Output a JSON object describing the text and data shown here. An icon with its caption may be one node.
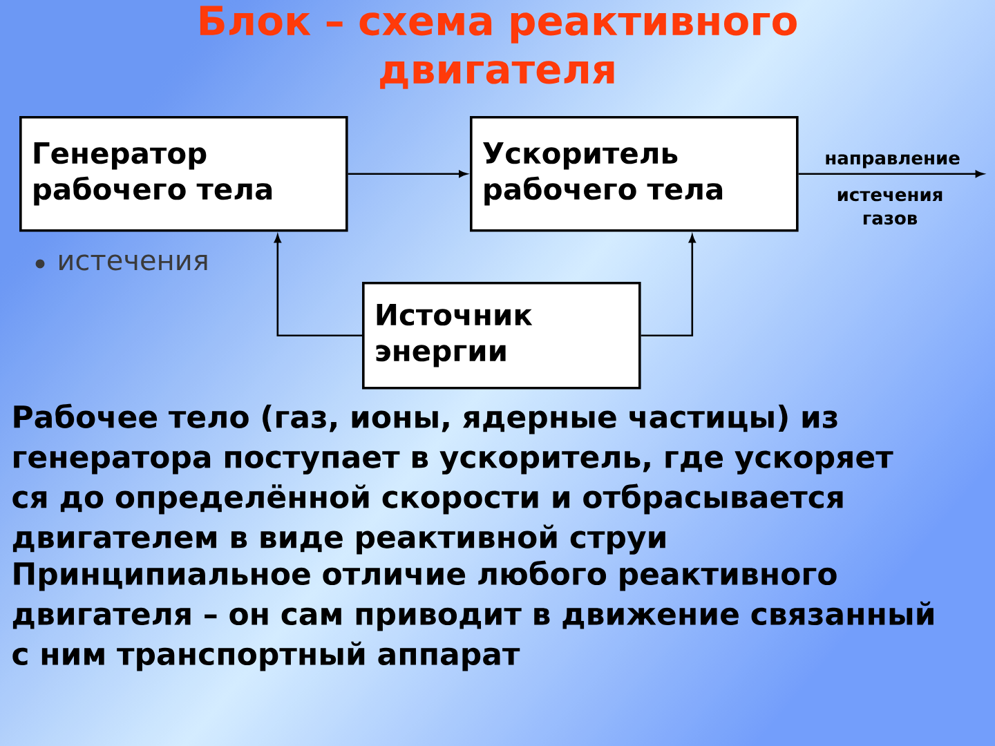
{
  "diagram": {
    "title": "Блок – схема реактивного двигателя",
    "nodes": [
      {
        "text": [
          "Генератор рабочего тела"
        ]
      },
      {
        "text": [
          "Ускоритель рабочего тела"
        ]
      },
      {
        "text": [
          "Источник энергии"
        ]
      }
    ],
    "edges": [
      {
        "from": 0,
        "to": 1,
        "arrow": "to"
      },
      {
        "from": 1,
        "to": null,
        "arrow": "to",
        "label": "направление"
      },
      {
        "from": 2,
        "to": 0,
        "arrow": "to"
      },
      {
        "from": 2,
        "to": 1,
        "arrow": "to"
      }
    ],
    "labels": [
      "истечения газов",
      "истечения",
      "Рабочее тело (газ, ионы, ядерные частицы) из генератора поступает в ускоритель, где ускоряет ся до определённой скорости и отбрасывается двигателем в виде реактивной струи",
      "Принципиальное отличие любого реактивного двигателя – он сам приводит в движение связанный с ним транспортный аппарат"
    ]
  }
}
